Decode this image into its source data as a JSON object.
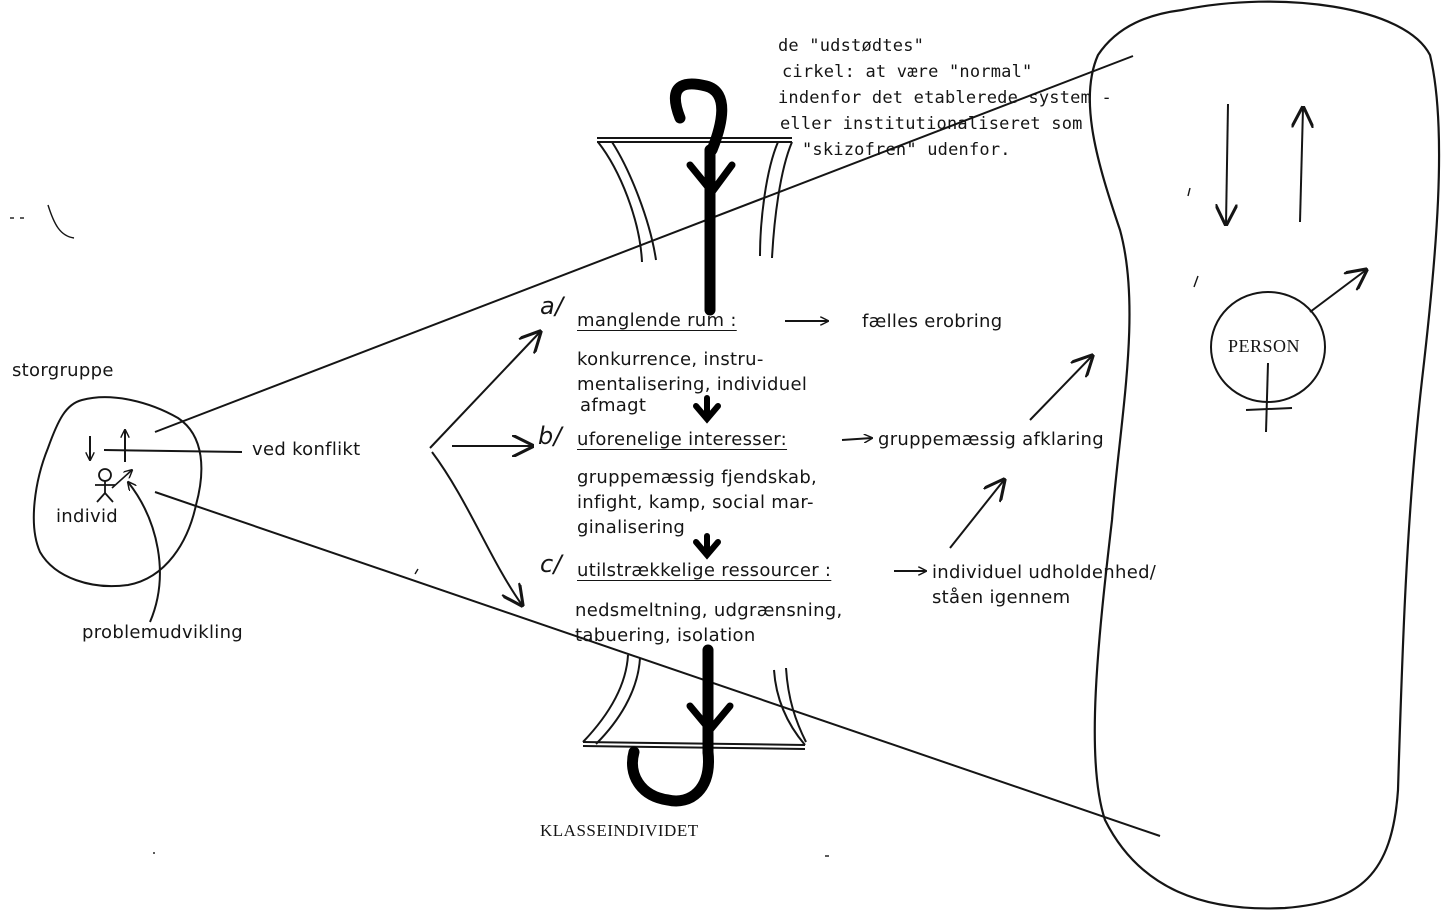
{
  "diagram": {
    "storgruppe": "storgruppe",
    "individ": "individ",
    "ved_konflikt": "ved konflikt",
    "problemudvikling": "problemudvikling",
    "udstodte": {
      "lines": [
        "de \"udstødtes\"",
        "cirkel: at være \"normal\"",
        "indenfor det etablerede system -",
        "eller institutionaliseret som",
        "\"skizofren\" udenfor."
      ]
    },
    "branch_a": {
      "marker": "a/",
      "heading": "manglende rum :",
      "outcome": "fælles erobring",
      "description": [
        "konkurrence, instru-",
        "mentalisering, individuel",
        "afmagt"
      ]
    },
    "branch_b": {
      "marker": "b/",
      "heading": "uforenelige interesser:",
      "outcome": "gruppemæssig afklaring",
      "description": [
        "gruppemæssig fjendskab,",
        "infight, kamp, social mar-",
        "ginalisering"
      ]
    },
    "branch_c": {
      "marker": "c/",
      "heading": "utilstrækkelige ressourcer :",
      "outcome": [
        "individuel udholdenhed/",
        "ståen igennem"
      ],
      "description": [
        "nedsmeltning, udgrænsning,",
        "tabuering, isolation"
      ]
    },
    "klasseindividet": "KLASSEINDIVIDET",
    "person": "PERSON"
  }
}
